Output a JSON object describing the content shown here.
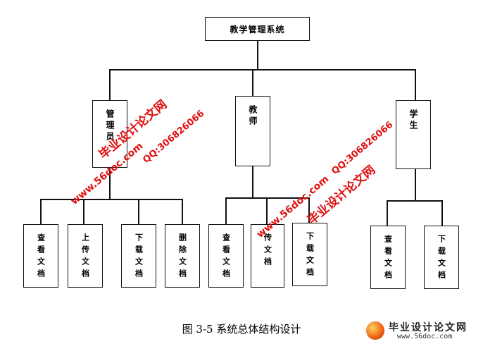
{
  "diagram": {
    "root": "教学管理系统",
    "roles": {
      "admin": "管理员",
      "teacher": "教师",
      "student": "学生"
    },
    "admin_children": [
      "查看文档",
      "上传文档",
      "下载文档",
      "删除文档"
    ],
    "teacher_children": [
      "查看文档",
      "传文档",
      "下载文档"
    ],
    "student_children": [
      "查看文档",
      "下载文档"
    ]
  },
  "caption": "图 3-5 系统总体结构设计",
  "watermarks": {
    "site_name": "毕业设计论文网",
    "url": "www.56doc.com",
    "qq": "QQ:306826066"
  },
  "logo": {
    "title": "毕业设计论文网",
    "url": "www.56doc.com"
  }
}
